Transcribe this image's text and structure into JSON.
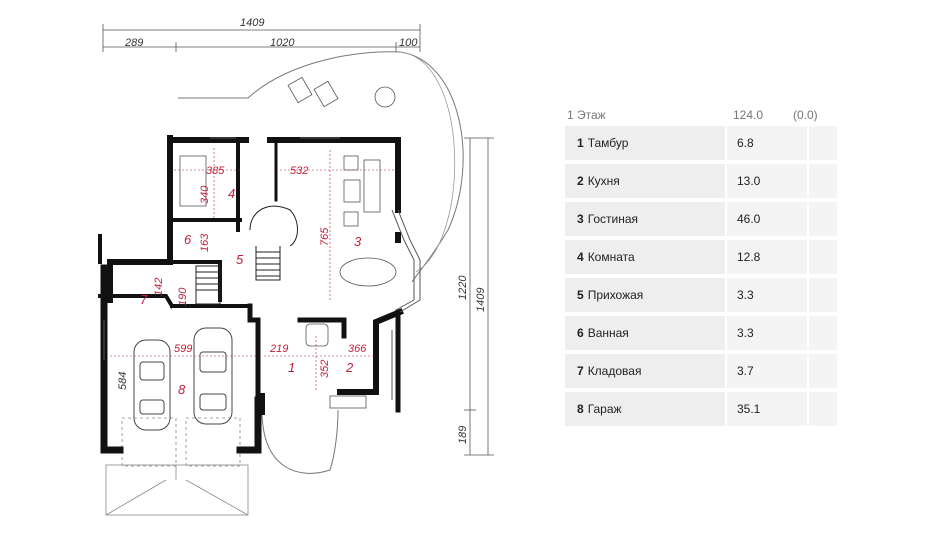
{
  "dimensions": {
    "top_total": "1409",
    "top_left": "289",
    "top_middle": "1020",
    "top_right": "100",
    "right_inner": "1220",
    "right_total": "1409",
    "right_bottom": "189",
    "left_side": "584",
    "rooms": {
      "d385": "385",
      "d340": "340",
      "d532": "532",
      "d765": "765",
      "d163": "163",
      "d190": "190",
      "d142": "142",
      "d599": "599",
      "d219": "219",
      "d366": "366",
      "d352": "352"
    }
  },
  "room_labels": {
    "r1": "1",
    "r2": "2",
    "r3": "3",
    "r4": "4",
    "r5": "5",
    "r6": "6",
    "r7": "7",
    "r8": "8"
  },
  "table": {
    "header": {
      "label": "1 Этаж",
      "total": "124.0",
      "extra": "(0.0)"
    },
    "rows": [
      {
        "num": "1",
        "name": "Тамбур",
        "area": "6.8"
      },
      {
        "num": "2",
        "name": "Кухня",
        "area": "13.0"
      },
      {
        "num": "3",
        "name": "Гостиная",
        "area": "46.0"
      },
      {
        "num": "4",
        "name": "Комната",
        "area": "12.8"
      },
      {
        "num": "5",
        "name": "Прихожая",
        "area": "3.3"
      },
      {
        "num": "6",
        "name": "Ванная",
        "area": "3.3"
      },
      {
        "num": "7",
        "name": "Кладовая",
        "area": "3.7"
      },
      {
        "num": "8",
        "name": "Гараж",
        "area": "35.1"
      }
    ]
  },
  "colors": {
    "wall": "#111111",
    "dim_red": "#c0223a",
    "cell": "#eeeeee"
  }
}
